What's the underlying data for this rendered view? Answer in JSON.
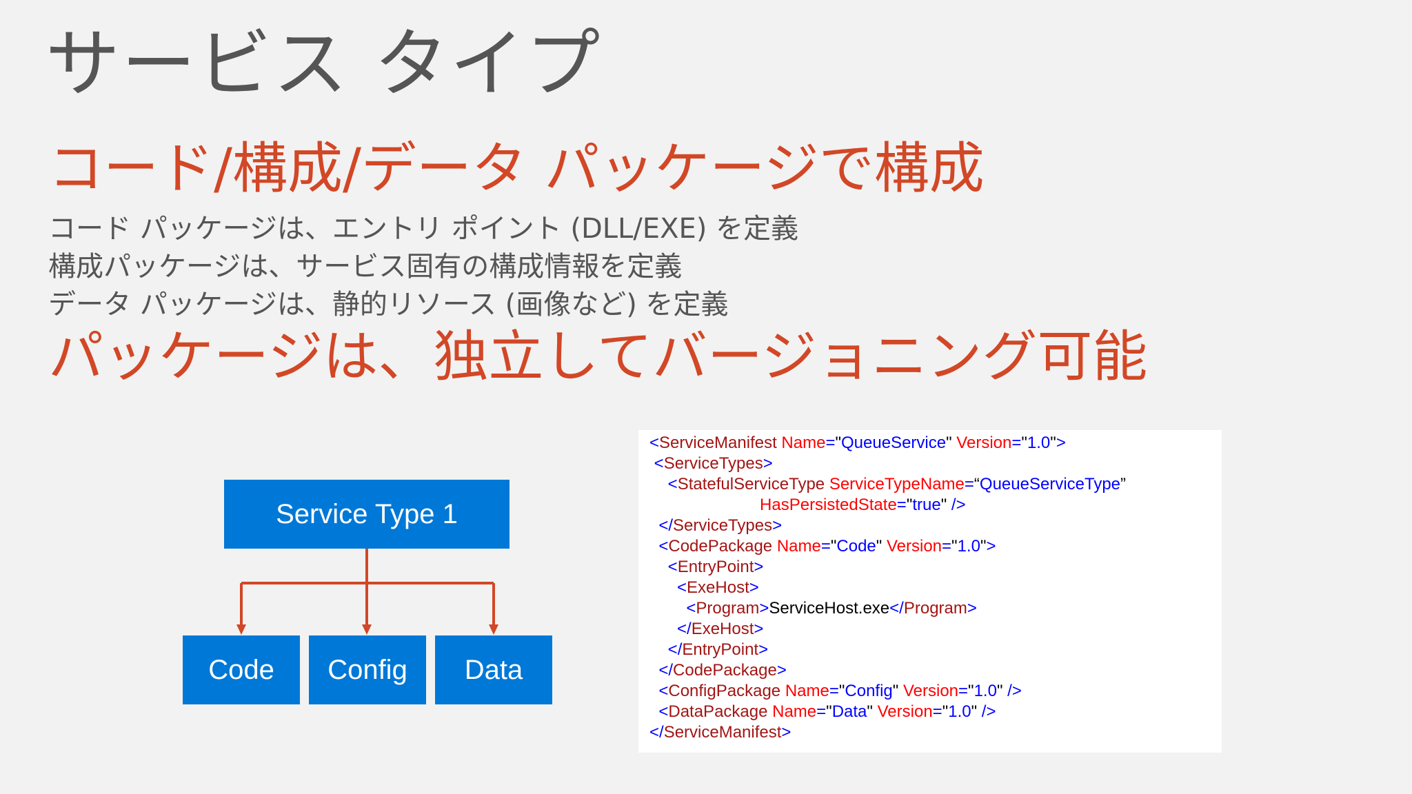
{
  "slide": {
    "title": "サービス タイプ",
    "heading1": "コード/構成/データ パッケージで構成",
    "bullets": [
      "コード パッケージは、エントリ ポイント (DLL/EXE) を定義",
      "構成パッケージは、サービス固有の構成情報を定義",
      "データ パッケージは、静的リソース (画像など) を定義"
    ],
    "heading2": "パッケージは、独立してバージョニング可能"
  },
  "diagram": {
    "root": "Service Type 1",
    "children": [
      "Code",
      "Config",
      "Data"
    ]
  },
  "xml": {
    "lines": [
      [
        [
          "tb",
          "<"
        ],
        [
          "tn",
          "ServiceManifest"
        ],
        [
          "tx",
          " "
        ],
        [
          "an",
          "Name"
        ],
        [
          "tb",
          "="
        ],
        [
          "tx",
          "\""
        ],
        [
          "av",
          "QueueService"
        ],
        [
          "tx",
          "\""
        ],
        [
          "tx",
          " "
        ],
        [
          "an",
          "Version"
        ],
        [
          "tb",
          "="
        ],
        [
          "tx",
          "\""
        ],
        [
          "av",
          "1.0"
        ],
        [
          "tx",
          "\""
        ],
        [
          "tb",
          ">"
        ]
      ],
      [
        [
          "tx",
          " "
        ],
        [
          "tb",
          "<"
        ],
        [
          "tn",
          "ServiceTypes"
        ],
        [
          "tb",
          ">"
        ]
      ],
      [
        [
          "tx",
          "    "
        ],
        [
          "tb",
          "<"
        ],
        [
          "tn",
          "StatefulServiceType"
        ],
        [
          "tx",
          " "
        ],
        [
          "an",
          "ServiceTypeName"
        ],
        [
          "tb",
          "="
        ],
        [
          "tx",
          "“"
        ],
        [
          "av",
          "QueueServiceType"
        ],
        [
          "tx",
          "”"
        ]
      ],
      [
        [
          "tx",
          "                        "
        ],
        [
          "an",
          "HasPersistedState"
        ],
        [
          "tb",
          "="
        ],
        [
          "tx",
          "\""
        ],
        [
          "av",
          "true"
        ],
        [
          "tx",
          "\""
        ],
        [
          "tx",
          " "
        ],
        [
          "tb",
          "/>"
        ]
      ],
      [
        [
          "tx",
          "  "
        ],
        [
          "tb",
          "</"
        ],
        [
          "tn",
          "ServiceTypes"
        ],
        [
          "tb",
          ">"
        ]
      ],
      [
        [
          "tx",
          "  "
        ],
        [
          "tb",
          "<"
        ],
        [
          "tn",
          "CodePackage"
        ],
        [
          "tx",
          " "
        ],
        [
          "an",
          "Name"
        ],
        [
          "tb",
          "="
        ],
        [
          "tx",
          "\""
        ],
        [
          "av",
          "Code"
        ],
        [
          "tx",
          "\""
        ],
        [
          "tx",
          " "
        ],
        [
          "an",
          "Version"
        ],
        [
          "tb",
          "="
        ],
        [
          "tx",
          "\""
        ],
        [
          "av",
          "1.0"
        ],
        [
          "tx",
          "\""
        ],
        [
          "tb",
          ">"
        ]
      ],
      [
        [
          "tx",
          "    "
        ],
        [
          "tb",
          "<"
        ],
        [
          "tn",
          "EntryPoint"
        ],
        [
          "tb",
          ">"
        ]
      ],
      [
        [
          "tx",
          "      "
        ],
        [
          "tb",
          "<"
        ],
        [
          "tn",
          "ExeHost"
        ],
        [
          "tb",
          ">"
        ]
      ],
      [
        [
          "tx",
          "        "
        ],
        [
          "tb",
          "<"
        ],
        [
          "tn",
          "Program"
        ],
        [
          "tb",
          ">"
        ],
        [
          "tx",
          "ServiceHost.exe"
        ],
        [
          "tb",
          "</"
        ],
        [
          "tn",
          "Program"
        ],
        [
          "tb",
          ">"
        ]
      ],
      [
        [
          "tx",
          "      "
        ],
        [
          "tb",
          "</"
        ],
        [
          "tn",
          "ExeHost"
        ],
        [
          "tb",
          ">"
        ]
      ],
      [
        [
          "tx",
          "    "
        ],
        [
          "tb",
          "</"
        ],
        [
          "tn",
          "EntryPoint"
        ],
        [
          "tb",
          ">"
        ]
      ],
      [
        [
          "tx",
          "  "
        ],
        [
          "tb",
          "</"
        ],
        [
          "tn",
          "CodePackage"
        ],
        [
          "tb",
          ">"
        ]
      ],
      [
        [
          "tx",
          "  "
        ],
        [
          "tb",
          "<"
        ],
        [
          "tn",
          "ConfigPackage"
        ],
        [
          "tx",
          " "
        ],
        [
          "an",
          "Name"
        ],
        [
          "tb",
          "="
        ],
        [
          "tx",
          "\""
        ],
        [
          "av",
          "Config"
        ],
        [
          "tx",
          "\""
        ],
        [
          "tx",
          " "
        ],
        [
          "an",
          "Version"
        ],
        [
          "tb",
          "="
        ],
        [
          "tx",
          "\""
        ],
        [
          "av",
          "1.0"
        ],
        [
          "tx",
          "\""
        ],
        [
          "tx",
          " "
        ],
        [
          "tb",
          "/>"
        ]
      ],
      [
        [
          "tx",
          "  "
        ],
        [
          "tb",
          "<"
        ],
        [
          "tn",
          "DataPackage"
        ],
        [
          "tx",
          " "
        ],
        [
          "an",
          "Name"
        ],
        [
          "tb",
          "="
        ],
        [
          "tx",
          "\""
        ],
        [
          "av",
          "Data"
        ],
        [
          "tx",
          "\""
        ],
        [
          "tx",
          " "
        ],
        [
          "an",
          "Version"
        ],
        [
          "tb",
          "="
        ],
        [
          "tx",
          "\""
        ],
        [
          "av",
          "1.0"
        ],
        [
          "tx",
          "\""
        ],
        [
          "tx",
          " "
        ],
        [
          "tb",
          "/>"
        ]
      ],
      [
        [
          "tb",
          "</"
        ],
        [
          "tn",
          "ServiceManifest"
        ],
        [
          "tb",
          ">"
        ]
      ]
    ]
  },
  "colors": {
    "background": "#f2f2f2",
    "title": "#555555",
    "accent": "#d24726",
    "box": "#0078d7",
    "box_text": "#ffffff",
    "xml_bracket": "#0000ff",
    "xml_tag_name": "#a31515",
    "xml_attr_name": "#ff0000",
    "xml_attr_value": "#0000ff",
    "xml_text": "#000000"
  }
}
